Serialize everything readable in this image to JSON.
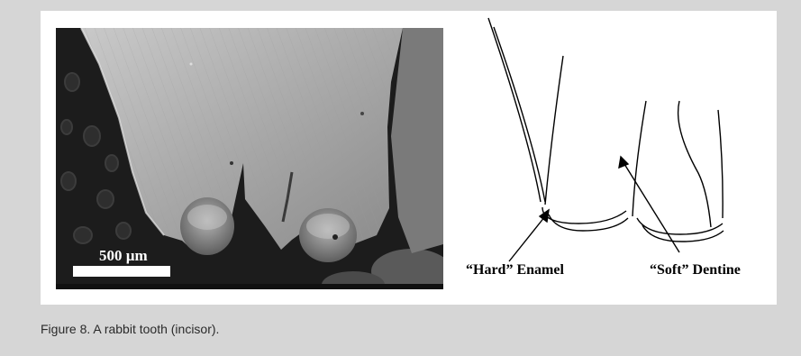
{
  "figure": {
    "caption": "Figure 8. A rabbit tooth (incisor).",
    "sem_image": {
      "scale_label": "500 µm"
    },
    "diagram": {
      "label_enamel": "“Hard” Enamel",
      "label_dentine": "“Soft” Dentine"
    }
  }
}
